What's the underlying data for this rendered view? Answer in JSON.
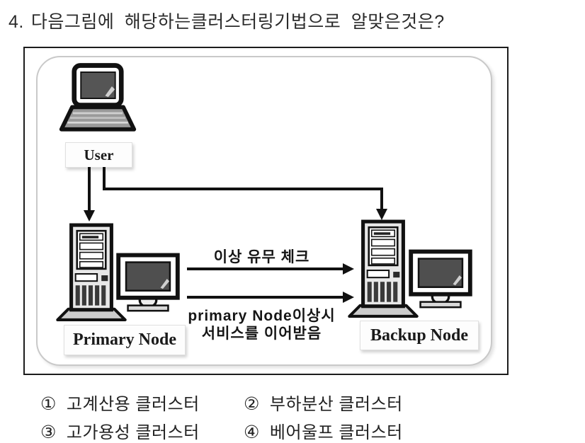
{
  "question": {
    "number": "4.",
    "text": "다음그림에  해당하는클러스터링기법으로  알맞은것은?"
  },
  "diagram": {
    "user_label": "User",
    "primary_node_label": "Primary Node",
    "backup_node_label": "Backup Node",
    "check_arrow_label": "이상 유무 체크",
    "failover_label_line1": "primary Node이상시",
    "failover_label_line2": "서비스를 이어받음"
  },
  "options": [
    {
      "marker": "①",
      "label": "고계산용 클러스터"
    },
    {
      "marker": "②",
      "label": "부하분산 클러스터"
    },
    {
      "marker": "③",
      "label": "고가용성 클러스터"
    },
    {
      "marker": "④",
      "label": "베어울프 클러스터"
    }
  ],
  "colors": {
    "ink": "#111111",
    "screen_gray": "#555555",
    "panel_gray": "#e8e8e8",
    "border_gray": "#c9c9c9"
  }
}
